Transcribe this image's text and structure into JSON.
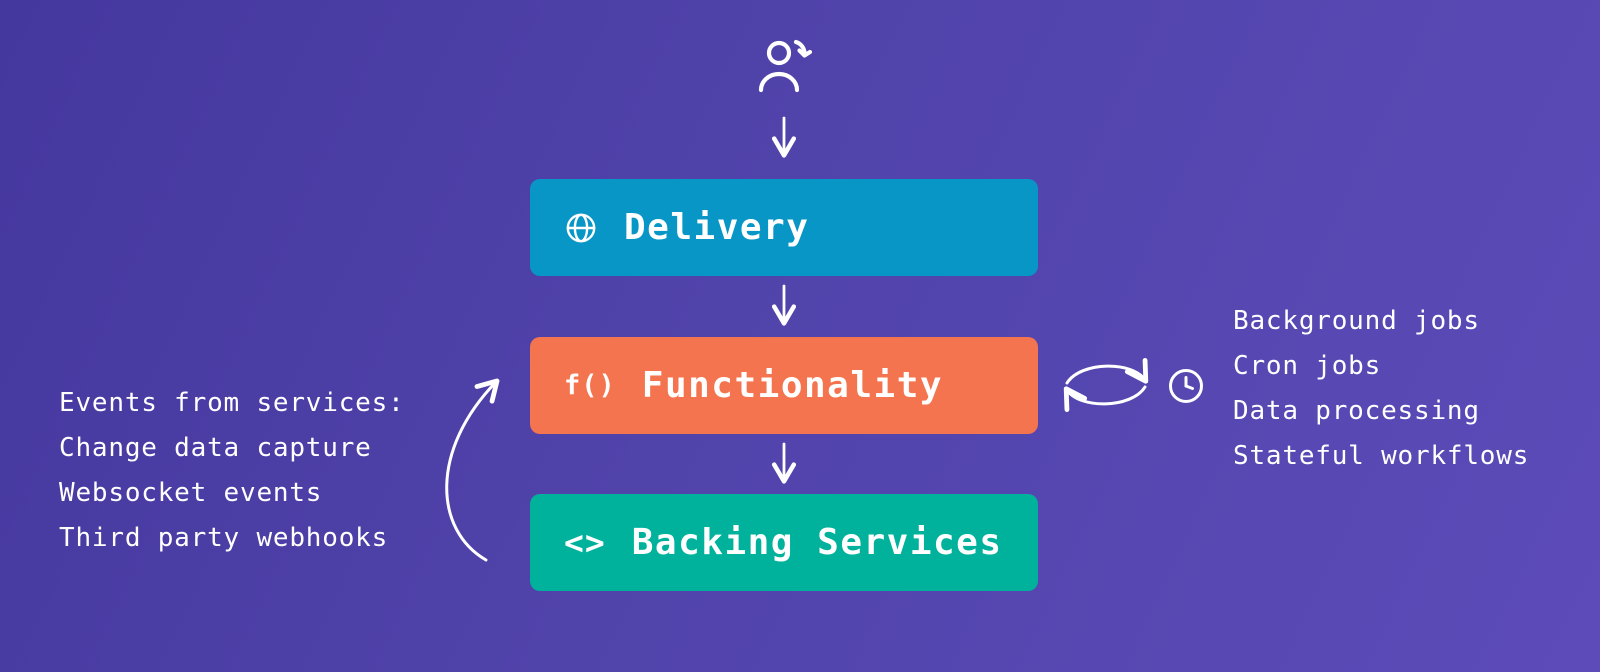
{
  "diagram": {
    "actor": {
      "icon": "user-icon"
    },
    "layers": [
      {
        "id": "delivery",
        "label": "Delivery",
        "icon": "globe-icon",
        "icon_text": "",
        "color": "#0896c7"
      },
      {
        "id": "functionality",
        "label": "Functionality",
        "icon": "function-icon",
        "icon_text": "f()",
        "color": "#f3744e"
      },
      {
        "id": "backing-services",
        "label": "Backing Services",
        "icon": "code-brackets-icon",
        "icon_text": "<>",
        "color": "#00b29b"
      }
    ],
    "left_annotation": {
      "lines": [
        "Events from services:",
        "Change data capture",
        "Websocket events",
        "Third party webhooks"
      ]
    },
    "right_annotation": {
      "lines": [
        "Background jobs",
        "Cron jobs",
        "Data processing",
        "Stateful workflows"
      ]
    },
    "side_icons": {
      "loop": "sync-arrows-icon",
      "clock": "clock-icon"
    },
    "colors": {
      "background_start": "#44379e",
      "background_end": "#5c4bb9",
      "text": "#ffffff",
      "arrow": "#ffffff"
    }
  }
}
